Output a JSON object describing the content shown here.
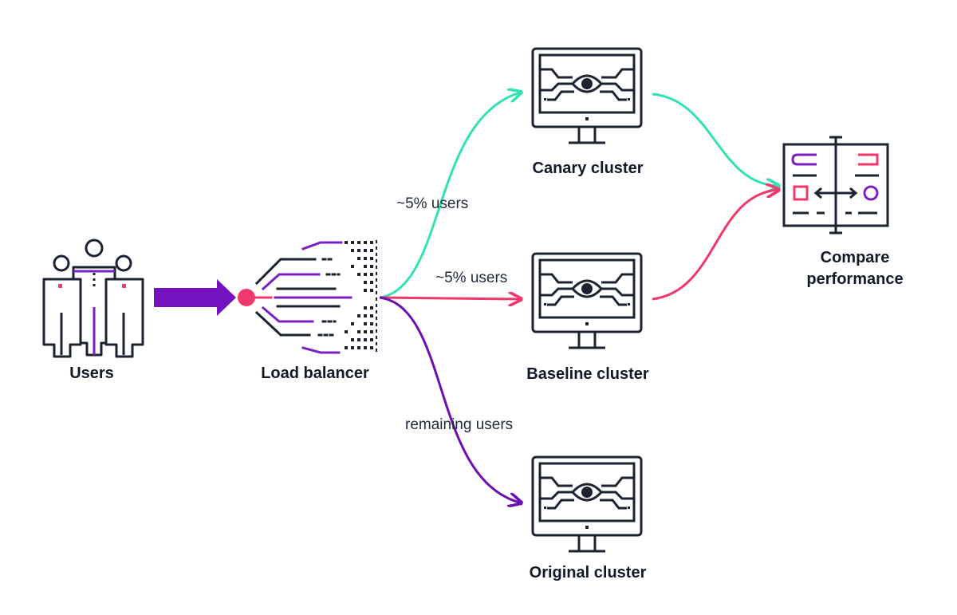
{
  "nodes": {
    "users": "Users",
    "load_balancer": "Load balancer",
    "canary": "Canary cluster",
    "baseline": "Baseline cluster",
    "original": "Original cluster",
    "compare_line1": "Compare",
    "compare_line2": "performance"
  },
  "edges": {
    "canary": "~5% users",
    "baseline": "~5% users",
    "original": "remaining users"
  },
  "colors": {
    "canary_path": "#34e1b5",
    "baseline_path": "#f0386b",
    "original_path": "#6b10b3",
    "arrow_purple": "#7412bf",
    "dark": "#1b2230",
    "accent_pink": "#f0386b",
    "accent_purple": "#7a1fc2"
  },
  "icons": [
    "users-group-icon",
    "load-balancer-icon",
    "monitor-eye-icon",
    "compare-document-icon"
  ]
}
